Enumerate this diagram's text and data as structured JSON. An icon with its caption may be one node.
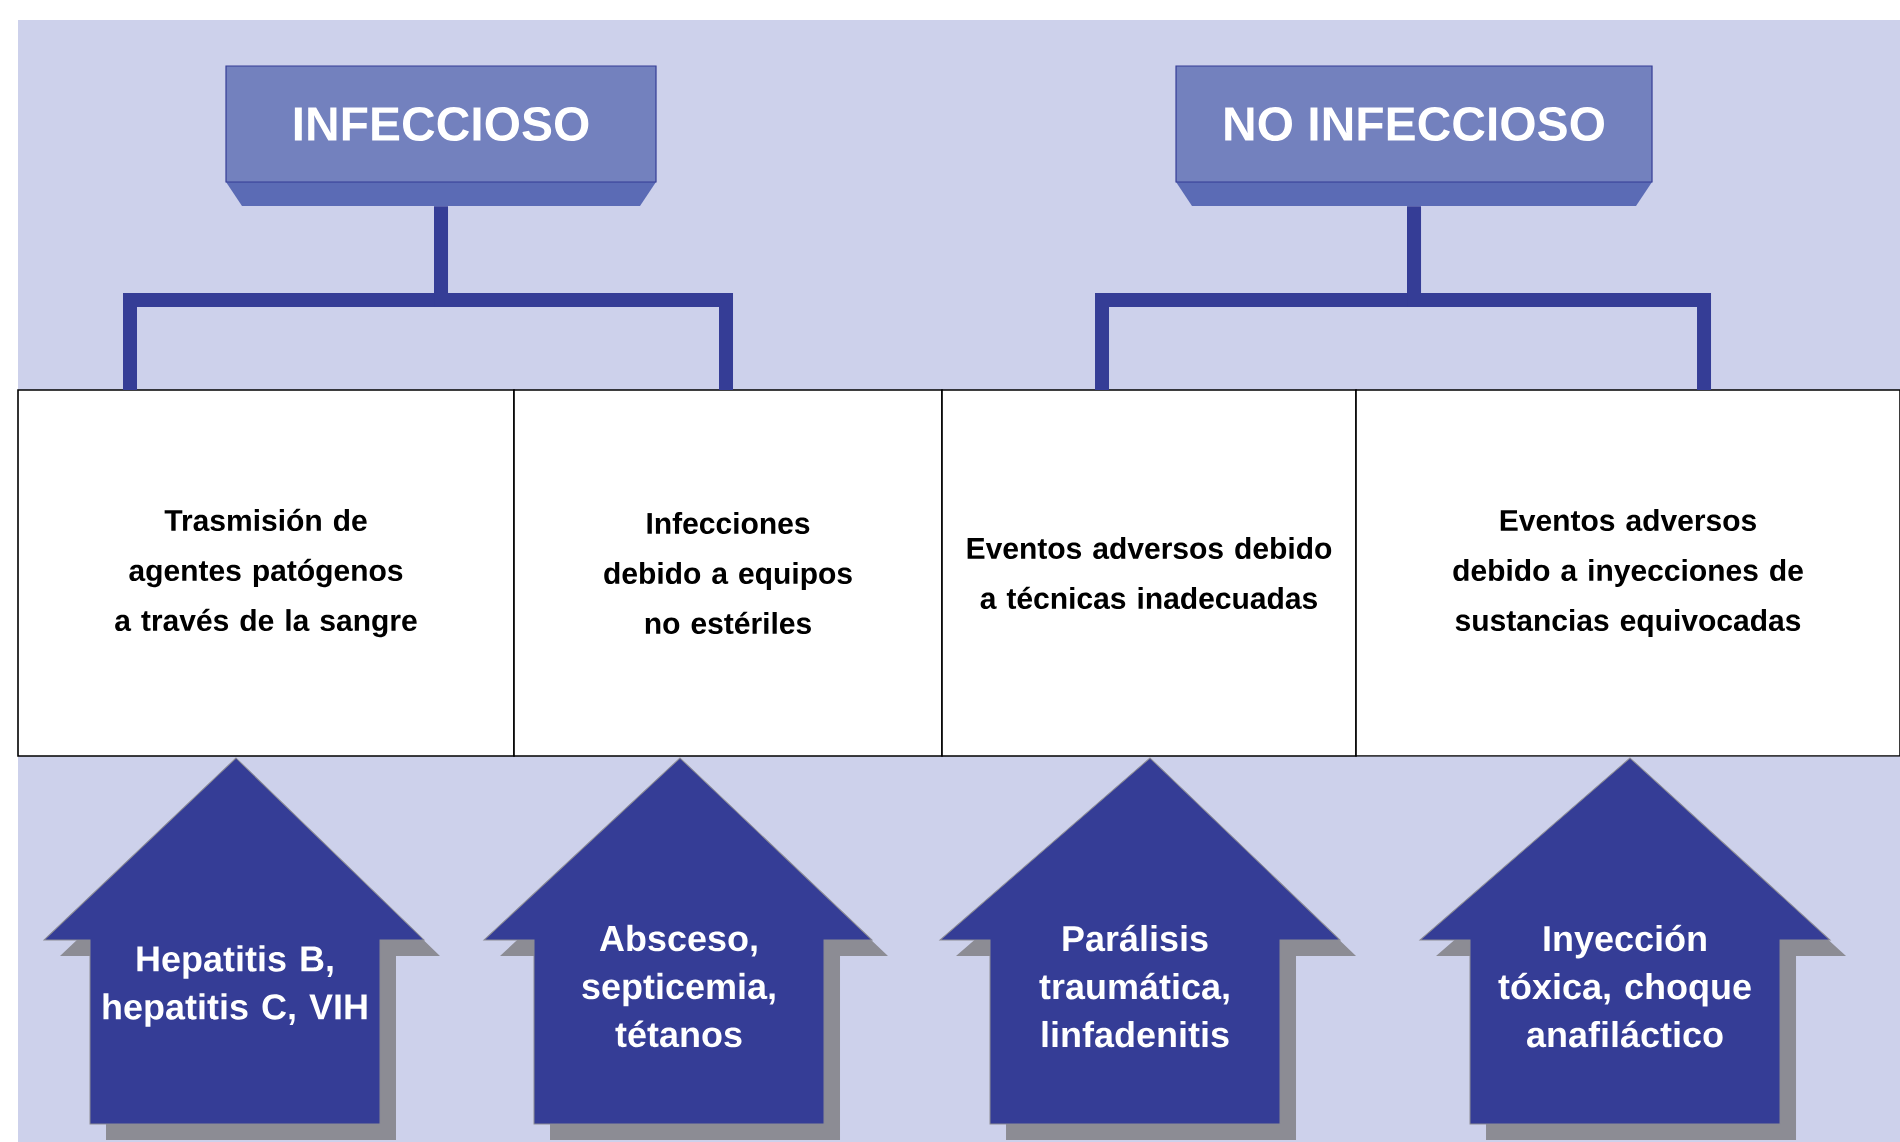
{
  "diagram": {
    "nodes": [
      {
        "text": [
          "INFECCIOSO"
        ]
      },
      {
        "text": [
          "NO INFECCIOSO"
        ]
      },
      {
        "text": [
          "Trasmisión de agentes patógenos a través de la sangre"
        ]
      },
      {
        "text": [
          "Infecciones debido a equipos no estériles"
        ]
      },
      {
        "text": [
          "Eventos adversos debido a técnicas inadecuadas"
        ]
      },
      {
        "text": [
          "Eventos adversos debido a inyecciones de sustancias equivocadas"
        ]
      },
      {
        "text": [
          "Hepatitis B, hepatitis C, VIH"
        ]
      },
      {
        "text": [
          "Absceso, septicemia, tétanos"
        ]
      },
      {
        "text": [
          "Parálisis traumática, linfadenitis"
        ]
      },
      {
        "text": [
          "Inyección tóxica, choque anafiláctico"
        ]
      }
    ],
    "edges": [
      {
        "from": 0,
        "to": 2,
        "arrow": "none"
      },
      {
        "from": 0,
        "to": 3,
        "arrow": "none"
      },
      {
        "from": 1,
        "to": 4,
        "arrow": "none"
      },
      {
        "from": 1,
        "to": 5,
        "arrow": "none"
      }
    ]
  }
}
